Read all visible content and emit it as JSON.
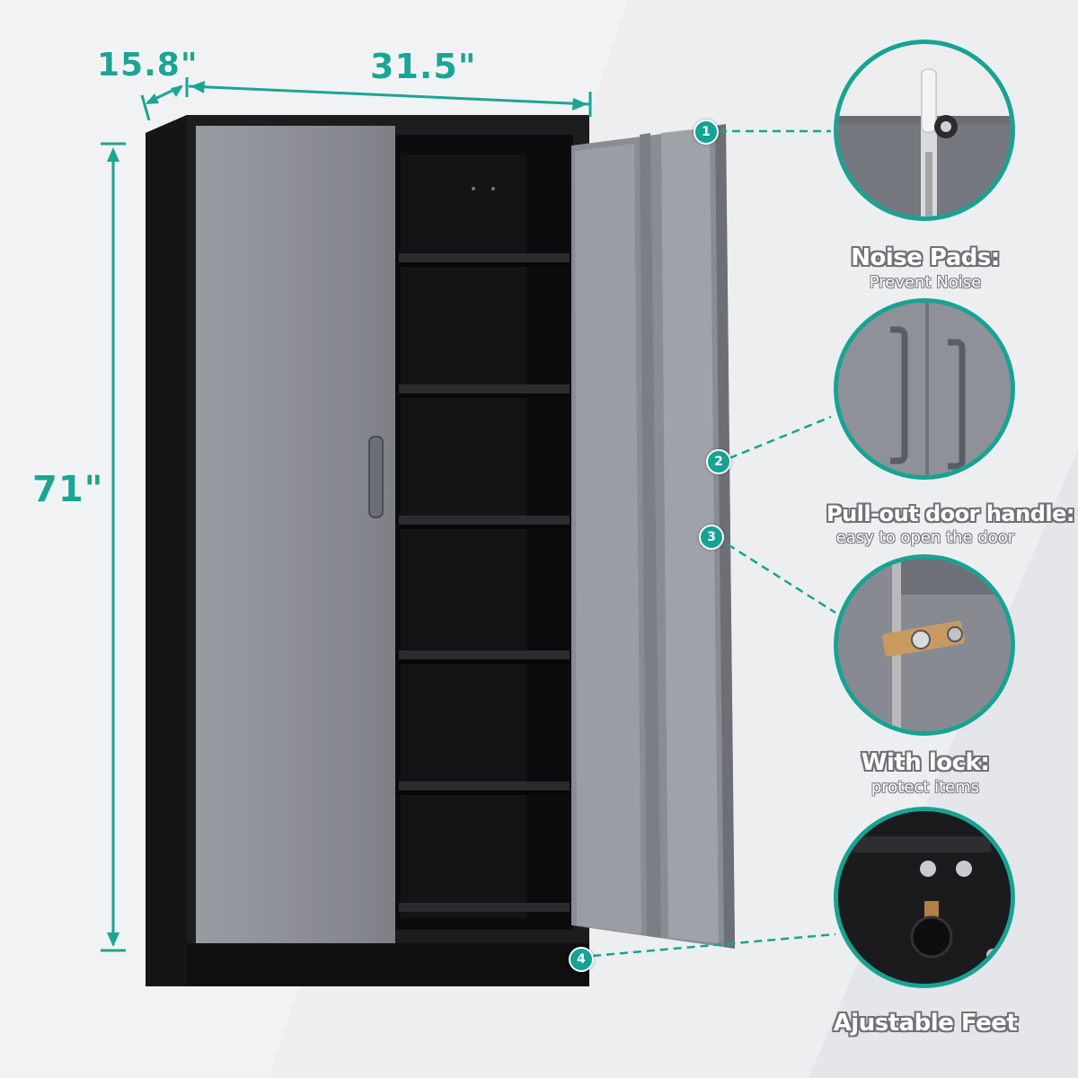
{
  "dimensions": {
    "depth": "15.8\"",
    "width": "31.5\"",
    "height": "71\""
  },
  "callouts": [
    {
      "number": "1",
      "title": "Noise Pads:",
      "subtitle": "Prevent Noise"
    },
    {
      "number": "2",
      "title": "Pull-out door handle:",
      "subtitle": "easy to open the door"
    },
    {
      "number": "3",
      "title": "With lock:",
      "subtitle": "protect items"
    },
    {
      "number": "4",
      "title": "Ajustable Feet",
      "subtitle": ""
    }
  ],
  "colors": {
    "accent": "#1aa596",
    "cabinet_body": "#1b1b1d",
    "door": "#8e9198"
  }
}
